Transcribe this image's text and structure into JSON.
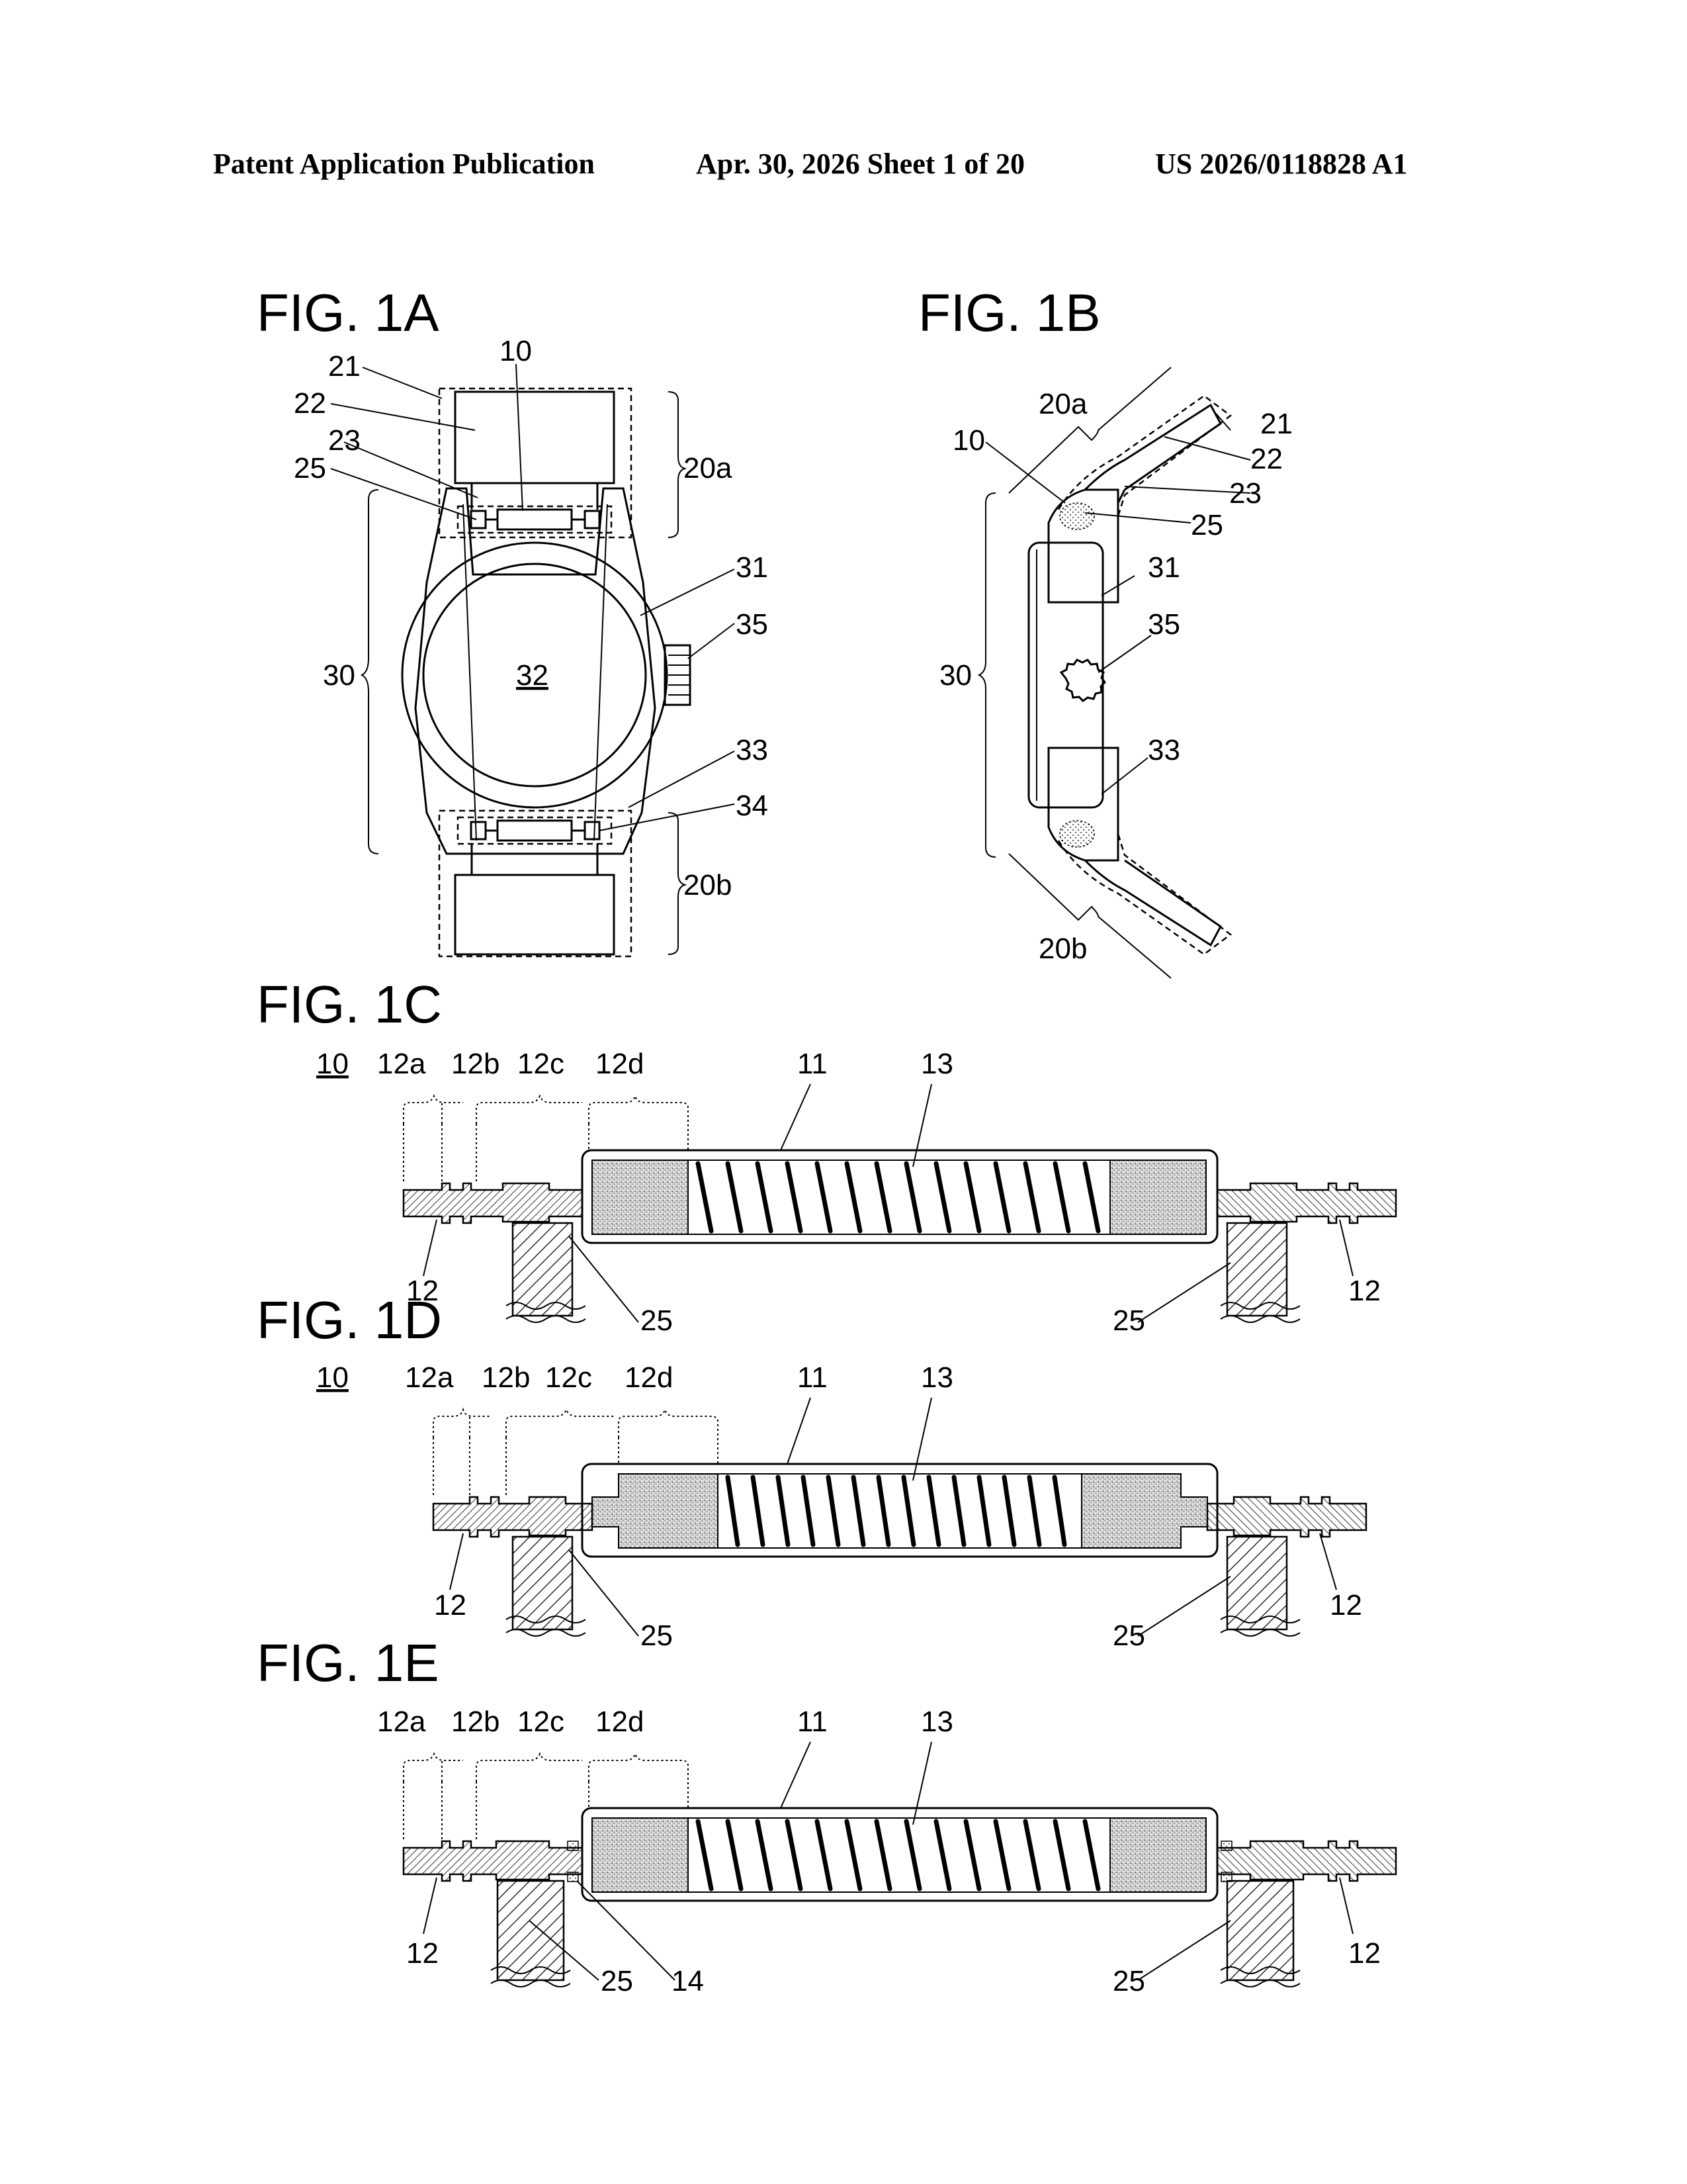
{
  "header": {
    "left": "Patent Application Publication",
    "center": "Apr. 30, 2026  Sheet 1 of 20",
    "right": "US 2026/0118828 A1"
  },
  "figures": {
    "fig1a": {
      "label": "FIG. 1A",
      "refs": {
        "r10": "10",
        "r21": "21",
        "r22": "22",
        "r23": "23",
        "r25": "25",
        "r20a": "20a",
        "r31": "31",
        "r35": "35",
        "r30": "30",
        "r32": "32",
        "r33": "33",
        "r34": "34",
        "r20b": "20b"
      }
    },
    "fig1b": {
      "label": "FIG. 1B",
      "refs": {
        "r20a": "20a",
        "r21": "21",
        "r10": "10",
        "r22": "22",
        "r23": "23",
        "r25": "25",
        "r31": "31",
        "r35": "35",
        "r30": "30",
        "r33": "33",
        "r20b": "20b"
      }
    },
    "fig1c": {
      "label": "FIG. 1C",
      "refs": {
        "r10": "10",
        "r12a": "12a",
        "r12b": "12b",
        "r12c": "12c",
        "r12d": "12d",
        "r11": "11",
        "r13": "13",
        "r12": "12",
        "r12r": "12",
        "r25": "25",
        "r25r": "25"
      }
    },
    "fig1d": {
      "label": "FIG. 1D",
      "refs": {
        "r10": "10",
        "r12a": "12a",
        "r12b": "12b",
        "r12c": "12c",
        "r12d": "12d",
        "r11": "11",
        "r13": "13",
        "r12": "12",
        "r12r": "12",
        "r25": "25",
        "r25r": "25"
      }
    },
    "fig1e": {
      "label": "FIG. 1E",
      "refs": {
        "r12a": "12a",
        "r12b": "12b",
        "r12c": "12c",
        "r12d": "12d",
        "r11": "11",
        "r13": "13",
        "r12": "12",
        "r12r": "12",
        "r25": "25",
        "r14": "14",
        "r25r": "25"
      }
    }
  }
}
